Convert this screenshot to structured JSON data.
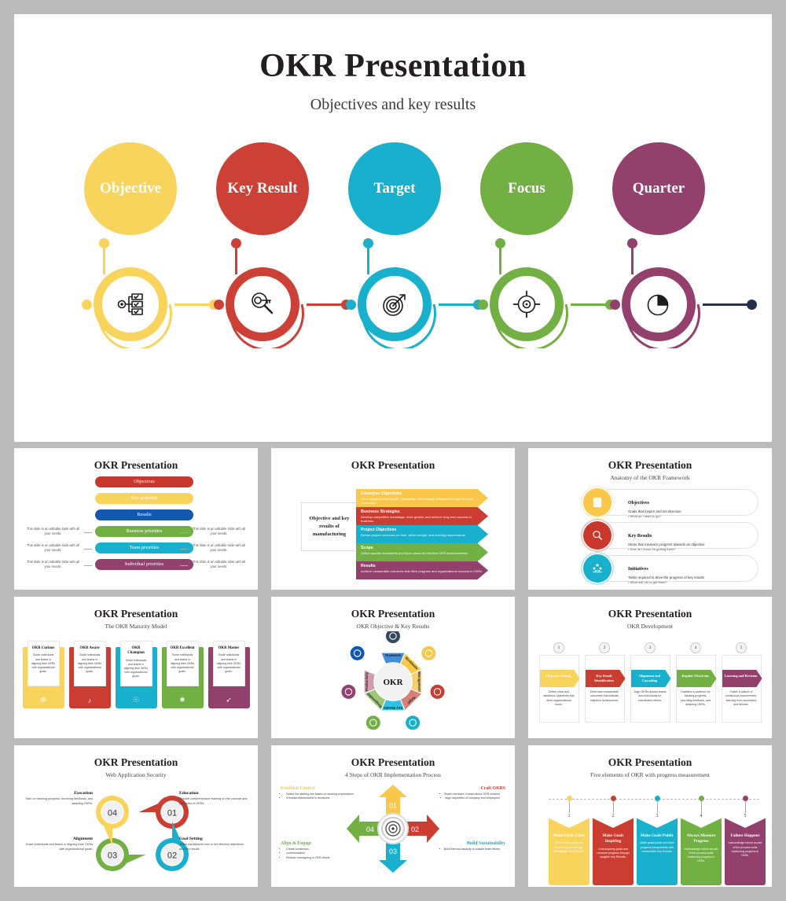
{
  "main": {
    "title": "OKR Presentation",
    "subtitle": "Objectives and key results",
    "steps": [
      {
        "label": "Objective",
        "color": "#F9D45C",
        "icon": "workflow-checklist-icon"
      },
      {
        "label": "Key Result",
        "color": "#CC4036",
        "icon": "magnifier-key-icon"
      },
      {
        "label": "Target",
        "color": "#18B0CC",
        "icon": "dartboard-arrow-icon"
      },
      {
        "label": "Focus",
        "color": "#72B043",
        "icon": "crosshair-icon"
      },
      {
        "label": "Quarter",
        "color": "#93406D",
        "icon": "pie-chart-icon"
      }
    ],
    "tail_connector_color": "#25314C"
  },
  "thumbnails": [
    {
      "id": "thumb-okr-priorities-bars",
      "title": "OKR Presentation",
      "subtitle": "",
      "bars": [
        {
          "label": "Objectives",
          "color": "#C8382D"
        },
        {
          "label": "Key activities",
          "color": "#F9D45C"
        },
        {
          "label": "Results",
          "color": "#1257B0"
        },
        {
          "label": "Business priorities",
          "color": "#72B043"
        },
        {
          "label": "Team priorities",
          "color": "#18B0CC"
        },
        {
          "label": "Individual priorities",
          "color": "#93406D"
        }
      ],
      "side_note": "This slide is an editable slide with all your needs."
    },
    {
      "id": "thumb-objective-key-results-manufacturing",
      "title": "OKR Presentation",
      "subtitle": "",
      "box_label": "Objective and key results of manufacturing",
      "bands": [
        {
          "label": "Executive Objectives",
          "desc": "Drive organizational growth, profitability, and strategic initiatives through effective leadership.",
          "color": "#F9C84A"
        },
        {
          "label": "Business Strategies",
          "desc": "Develop competitive advantage, drive growth, and achieve long-term success in business.",
          "color": "#CC3D31"
        },
        {
          "label": "Project Objectives",
          "desc": "Deliver project outcomes on time, within budget, and meeting requirements.",
          "color": "#18B0CC"
        },
        {
          "label": "Scope",
          "desc": "Define specific boundaries and focus areas for effective OKR implementation.",
          "color": "#72B043"
        },
        {
          "label": "Results",
          "desc": "Achieve measurable outcomes that drive progress and organizational success in OKRs.",
          "color": "#93406D"
        }
      ]
    },
    {
      "id": "thumb-anatomy-okr-framework",
      "title": "OKR Presentation",
      "subtitle": "Anatomy of the OKR Framework",
      "items": [
        {
          "label": "Objectives",
          "desc": "Goals that inspire and set direction",
          "question": "What do I need to go?",
          "color": "#F9C84A",
          "icon": "clipboard-icon"
        },
        {
          "label": "Key Results",
          "desc": "Steps that measure progress towards an objective",
          "question": "How do I know I'm getting there?",
          "color": "#C8382D",
          "icon": "magnifier-icon"
        },
        {
          "label": "Initiatives",
          "desc": "Tasks required to drive the progress of key results",
          "question": "What will I do to get there?",
          "color": "#18B0CC",
          "icon": "teamwork-icon"
        }
      ]
    },
    {
      "id": "thumb-okr-maturity-model",
      "title": "OKR Presentation",
      "subtitle": "The OKR Maturity Model",
      "cards": [
        {
          "label": "OKR Curious",
          "desc": "Guide individuals and teams in aligning their OKRs with organizational goals.",
          "color": "#F9D45C",
          "icon": "user-group-icon"
        },
        {
          "label": "OKR Aware",
          "desc": "Guide individuals and teams in aligning their OKRs with organizational goals.",
          "color": "#CC3D31",
          "icon": "megaphone-icon"
        },
        {
          "label": "OKR Champion",
          "desc": "Guide individuals and teams in aligning their OKRs with organizational goals.",
          "color": "#18B0CC",
          "icon": "medal-icon"
        },
        {
          "label": "OKR Excellent",
          "desc": "Guide individuals and teams in aligning their OKRs with organizational goals.",
          "color": "#72B043",
          "icon": "star-badge-icon"
        },
        {
          "label": "OKR Master",
          "desc": "Guide individuals and teams in aligning their OKRs with organizational goals.",
          "color": "#93406D",
          "icon": "rocket-icon"
        }
      ]
    },
    {
      "id": "thumb-okr-objective-key-results-wheel",
      "title": "OKR Presentation",
      "subtitle": "OKR Objective & Key Results",
      "center": "OKR",
      "segments": [
        {
          "label": "Teamwork",
          "color": "#3F8EDC"
        },
        {
          "label": "Worldwide",
          "color": "#F9C84A"
        },
        {
          "label": "Management",
          "color": "#F6CF6E"
        },
        {
          "label": "Target",
          "color": "#D98078"
        },
        {
          "label": "Key Results",
          "color": "#2FC3E8"
        },
        {
          "label": "Responsible",
          "color": "#9CC678"
        },
        {
          "label": "Productivity",
          "color": "#D19CAC"
        }
      ],
      "bubbles": [
        {
          "color": "#33495F",
          "icon": "shield-icon"
        },
        {
          "color": "#F9C84A",
          "icon": "chart-icon"
        },
        {
          "color": "#CC3D31",
          "icon": "target-icon"
        },
        {
          "color": "#18B0CC",
          "icon": "search-icon"
        },
        {
          "color": "#72B043",
          "icon": "tools-icon"
        },
        {
          "color": "#93406D",
          "icon": "speaker-icon"
        },
        {
          "color": "#1257B0",
          "icon": "snowflake-icon"
        }
      ]
    },
    {
      "id": "thumb-okr-development",
      "title": "OKR Presentation",
      "subtitle": "OKR Development",
      "steps": [
        {
          "num": "1",
          "label": "Objective Setting",
          "desc": "Define clear and ambitious objectives that drive organizational focus.",
          "color": "#F9D45C"
        },
        {
          "num": "2",
          "label": "Key Result Identification",
          "desc": "Determine measurable outcomes that indicate objective achievement.",
          "color": "#CC3D31"
        },
        {
          "num": "3",
          "label": "Alignment and Cascading",
          "desc": "Align OKRs across teams and individuals for coordinated efforts.",
          "color": "#18B0CC"
        },
        {
          "num": "4",
          "label": "Regular Check-ins",
          "desc": "Establish a cadence for tracking progress, providing feedback, and adapting OKRs.",
          "color": "#72B043"
        },
        {
          "num": "5",
          "label": "Learning and Revision",
          "desc": "Foster a culture of continuous improvement, learning from successes and failures.",
          "color": "#93406D"
        }
      ]
    },
    {
      "id": "thumb-web-application-security",
      "title": "OKR Presentation",
      "subtitle": "Web Application Security",
      "pins": [
        {
          "num": "01",
          "label": "Education",
          "desc": "Provide comprehensive training on the concept and principles of OKRs.",
          "color": "#CC3D31"
        },
        {
          "num": "02",
          "label": "Goal Setting",
          "desc": "Teach participants how to set effective objectives and key results.",
          "color": "#18B0CC"
        },
        {
          "num": "03",
          "label": "Alignment",
          "desc": "Guide individuals and teams in aligning their OKRs with organizational goals.",
          "color": "#72B043"
        },
        {
          "num": "04",
          "label": "Execution",
          "desc": "Train on tracking progress, receiving feedback, and adapting OKRs.",
          "color": "#F9D45C"
        }
      ]
    },
    {
      "id": "thumb-4-steps-implementation",
      "title": "OKR Presentation",
      "subtitle": "4 Steps of OKR Implementation Process",
      "quadrants": [
        {
          "num": "01",
          "label": "Establish Context",
          "color": "#F9C84A",
          "bullets": [
            "Define the starting line based on working expectations",
            "It builds/reflects/invest in decisions"
          ]
        },
        {
          "num": "02",
          "label": "Craft OKRS",
          "color": "#CC3D31",
          "bullets": [
            "Teach members of team about OKR creation",
            "Align objectives of company and employees"
          ]
        },
        {
          "num": "03",
          "label": "Build Sustainability",
          "color": "#18B0CC",
          "bullets": [
            "Build internal capacity to sustain team efforts"
          ]
        },
        {
          "num": "04",
          "label": "Align & Engage",
          "color": "#72B043",
          "bullets": [
            "Create consensus",
            "communication",
            "Reduce overlapping in OKR efforts"
          ]
        }
      ]
    },
    {
      "id": "thumb-five-elements-progress",
      "title": "OKR Presentation",
      "subtitle": "Five elements of OKR with progress measurement",
      "cards": [
        {
          "num": "1",
          "label": "Make Goals Clear",
          "desc": "Ensure clear goals and track progress through measurable Key Results.",
          "color": "#F9D45C"
        },
        {
          "num": "2",
          "label": "Make Goals Inspiring",
          "desc": "Craft inspiring goals and measure progress through tangible Key Results.",
          "color": "#CC3D31"
        },
        {
          "num": "3",
          "label": "Make Goals Public",
          "desc": "Make goals public and track progress transparently with measurable Key Results.",
          "color": "#18B0CC"
        },
        {
          "num": "4",
          "label": "Always Measure Progress",
          "desc": "Acknowledge failure as part of the process while measuring progress in OKRs.",
          "color": "#72B043"
        },
        {
          "num": "5",
          "label": "Failure Happens",
          "desc": "Acknowledge failure as part of the process while measuring progress in OKRs.",
          "color": "#93406D"
        }
      ]
    }
  ]
}
